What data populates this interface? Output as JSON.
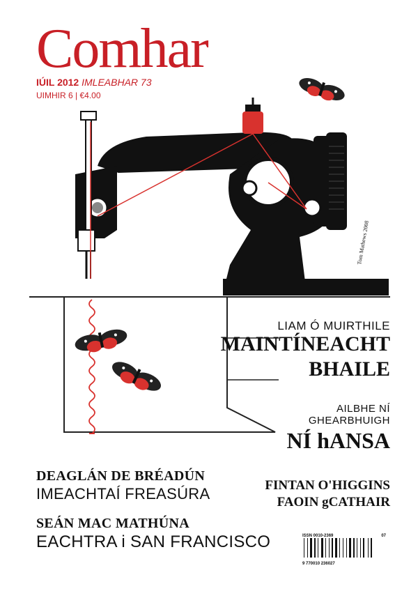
{
  "masthead": {
    "title": "Comhar"
  },
  "issue": {
    "date": "IÚIL 2012",
    "volume": "IMLEABHAR 73",
    "number": "UIMHIR 6",
    "separator": "|",
    "price": "€4.00"
  },
  "artwork": {
    "signature": "Tom Mathews 2008"
  },
  "features_right": [
    {
      "author": "LIAM Ó MUIRTHILE",
      "title_line1": "MAINTÍNEACHT",
      "title_line2": "BHAILE"
    },
    {
      "author_line1": "AILBHE NÍ",
      "author_line2": "GHEARBHUIGH",
      "title": "NÍ hANSA"
    },
    {
      "author": "FINTAN O'HIGGINS",
      "title": "FAOIN gCATHAIR"
    }
  ],
  "features_left": [
    {
      "author": "DEAGLÁN DE BRÉADÚN",
      "title": "IMEACHTAÍ FREASÚRA"
    },
    {
      "author": "SEÁN MAC MATHÚNA",
      "title": "EACHTRA i SAN FRANCISCO"
    }
  ],
  "barcode": {
    "issn": "ISSN 0010-2369",
    "issue_code": "07",
    "number": "9 770010 236027"
  },
  "colors": {
    "brand_red": "#c81f26",
    "machine_black": "#111111",
    "moth_red": "#d8322e"
  }
}
